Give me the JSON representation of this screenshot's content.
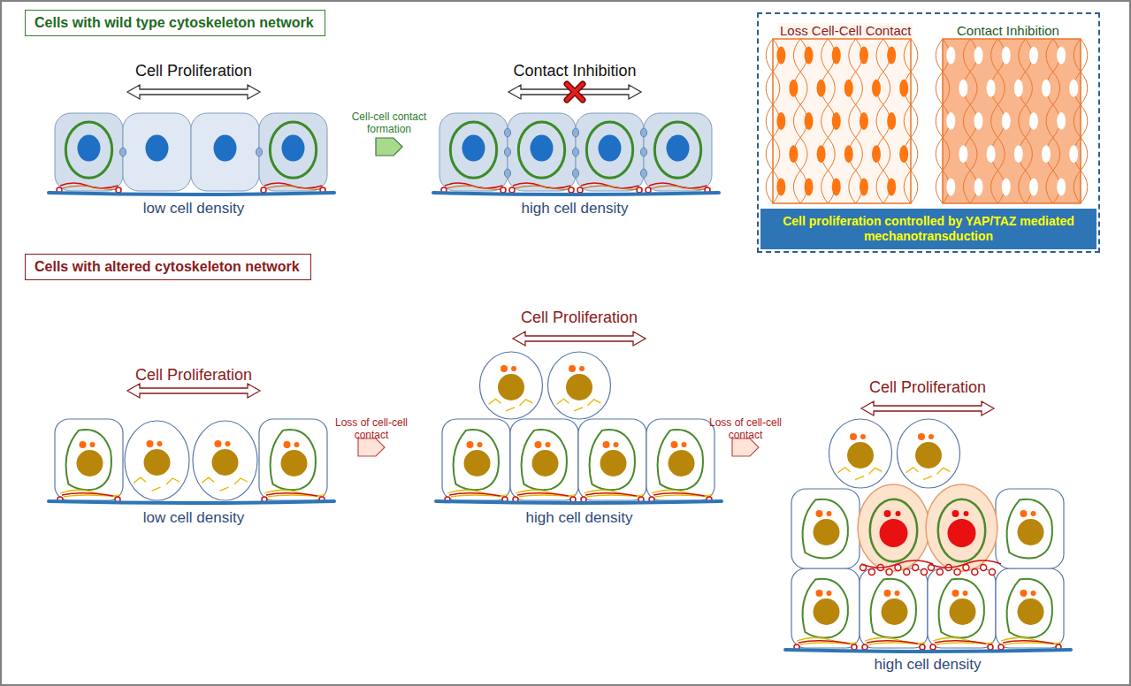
{
  "diagram": {
    "nodes": [
      {
        "text": [
          "Cells with wild type cytoskeleton network"
        ]
      },
      {
        "text": [
          "Loss Cell-Cell Contact",
          "Contact Inhibition"
        ]
      },
      {
        "text": [
          "Cell proliferation controlled by YAP/TAZ mediated mechanotransduction"
        ],
        "in": 1
      },
      {
        "text": [
          "Cells with altered cytoskeleton network"
        ]
      }
    ],
    "edges": [],
    "labels": [
      "Cell Proliferation",
      "Contact Inhibition",
      "Cell-cell contact formation",
      "low cell density",
      "high cell density",
      "Cell Proliferation",
      "low cell density",
      "Loss of cell-cell contact",
      "Cell Proliferation",
      "high cell density",
      "Loss of cell-cell contact",
      "Cell Proliferation",
      "high cell density"
    ]
  }
}
